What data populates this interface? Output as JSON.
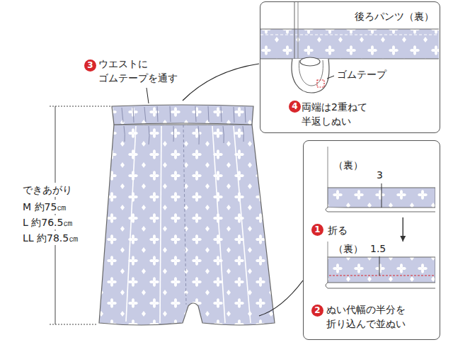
{
  "diagram": {
    "nodes": [
      {
        "text": [
          "後ろパンツ（裏）",
          "ゴムテープ",
          "両端は2重ねて 半返しぬい"
        ]
      },
      {
        "text": [
          "折る",
          "ぬい代幅の半分を 折り込んで並ぬい"
        ]
      },
      {
        "text": [
          "（裏）",
          "3"
        ],
        "in": 1
      },
      {
        "text": [
          "（裏）",
          "1.5"
        ],
        "in": 1
      }
    ],
    "edges": [
      {
        "from": 2,
        "to": 3,
        "arrow": "to"
      }
    ],
    "labels": [
      "3",
      "ウエストに ゴムテープを通す",
      "4",
      "1",
      "2",
      "できあがり",
      "M 約75㎝",
      "L 約76.5㎝",
      "LL 約78.5㎝"
    ]
  }
}
